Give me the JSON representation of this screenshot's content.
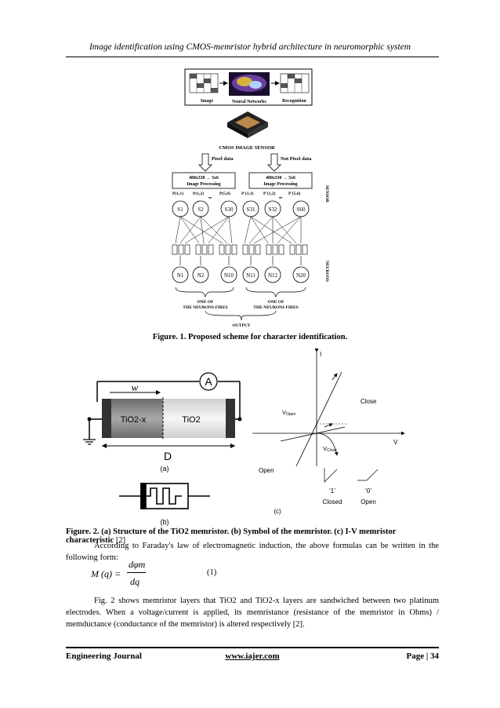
{
  "header": {
    "running_title": "Image identification using CMOS-memristor hybrid architecture in neuromorphic system"
  },
  "figure1": {
    "labels": {
      "image": "Image",
      "neural_networks": "Neural Networks",
      "recognition": "Recognition",
      "sensor_title": "CMOS IMAGE SENSOR",
      "pixel_data": "Pixel data",
      "not_pixel_data": "Not Pixel data",
      "proc1_line1": "480x330 → 5x6",
      "proc1_line2": "Image Processing",
      "proc2_line1": "480x330 → 5x6",
      "proc2_line2": "Image Processing",
      "p11": "P(1,1)",
      "p12": "P(1,2)",
      "p56": "P(5,6)",
      "pp11": "P'(1,1)",
      "pp12": "P'(1,2)",
      "pp56": "P'(5,6)",
      "dots": "••",
      "s_nodes": [
        "S1",
        "S2",
        "S30",
        "S31",
        "S32",
        "S60"
      ],
      "n_nodes": [
        "N1",
        "N2",
        "N10",
        "N11",
        "N12",
        "N20"
      ],
      "sensor_side": "SENSOR",
      "neurons_side": "NEURONS",
      "fire1_a": "ONE OF",
      "fire1_b": "THE NEURONS FIRES",
      "fire2_a": "ONE OF",
      "fire2_b": "THE NEURONS FIRES",
      "output": "OUTPUT"
    },
    "caption": "Figure. 1. Proposed scheme for character identification."
  },
  "figure2": {
    "a": {
      "w": "w",
      "ammeter": "A",
      "tio2x": "TiO2-x",
      "tio2": "TiO2",
      "d": "D",
      "label": "(a)"
    },
    "b": {
      "label": "(b)"
    },
    "c": {
      "axis_i": "I",
      "axis_v": "V",
      "v_open": "VOpen",
      "v_close": "VClose",
      "close": "Close",
      "open": "Open",
      "state1_value": "‘1’",
      "state1_label": "Closed",
      "state0_value": "‘0’",
      "state0_label": "Open",
      "label": "(c)"
    },
    "caption_bold": "Figure. 2. (a) Structure of the TiO2 memristor.  (b) Symbol of the memristor. (c) I-V memristor characteristic",
    "caption_ref": " [2]"
  },
  "body": {
    "para1": "According to Faraday's law of electromagnetic induction, the above formulas can be written in the following form:",
    "eq_lhs": "M (q) =",
    "eq_num": "dφm",
    "eq_den": "dq",
    "eq_label": "(1)",
    "para2": "Fig. 2 shows memristor layers that TiO2 and TiO2-x layers are sandwiched between two platinum electrodes. When a voltage/current is applied, its memristance (resistance of the memristor in Ohms) / memductance (conductance of the memristor) is altered respectively [2]."
  },
  "footer": {
    "journal": "Engineering Journal",
    "website": "www.iajer.com",
    "page": "Page | 34"
  }
}
